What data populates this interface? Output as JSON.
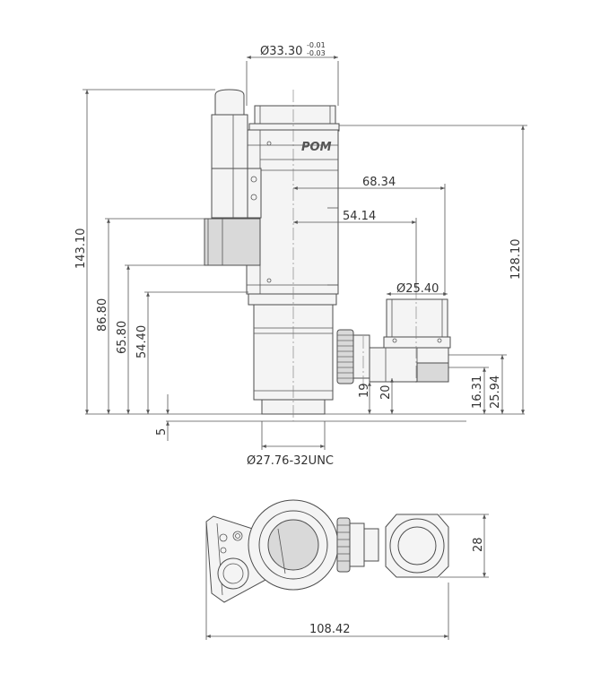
{
  "brand": {
    "logo_text": "POM"
  },
  "front_view": {
    "dimensions": {
      "top_diameter_main": "Ø33.30",
      "top_diameter_tol_upper": "-0.01",
      "top_diameter_tol_lower": "-0.03",
      "horizontal_1": "68.34",
      "horizontal_2": "54.14",
      "side_port_diameter": "Ø25.40",
      "overall_height": "143.10",
      "body_height": "128.10",
      "h1": "86.80",
      "h2": "65.80",
      "h3": "54.40",
      "bottom_offset": "5",
      "side_19": "19",
      "side_20": "20",
      "side_16": "16.31",
      "side_25": "25.94",
      "bottom_thread": "Ø27.76-32UNC"
    }
  },
  "top_view": {
    "dimensions": {
      "width": "108.42",
      "depth": "28"
    }
  },
  "colors": {
    "line": "#4d4d4d",
    "fill_light": "#f4f4f4",
    "fill_dark": "#d9d9d9",
    "text": "#333333"
  }
}
